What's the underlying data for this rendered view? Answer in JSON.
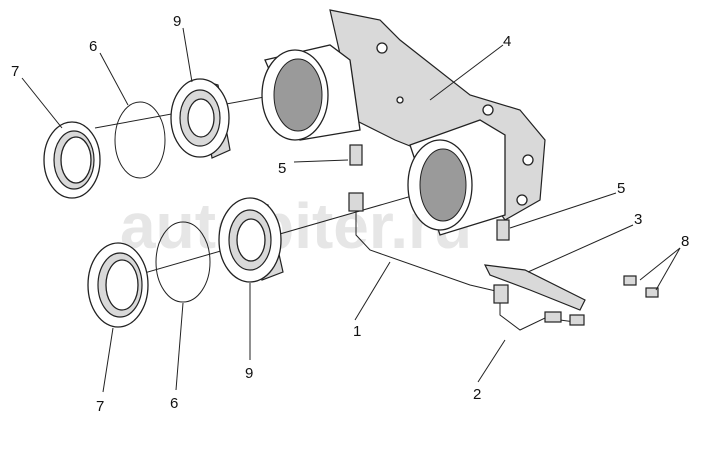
{
  "watermark": "autopiter.ru",
  "callouts": {
    "top_seal": "7",
    "top_circlip": "6",
    "top_bearing": "9",
    "housing": "4",
    "fitting_left": "5",
    "fitting_right": "5",
    "bracket": "3",
    "grease_nipples": "8",
    "tube_1": "1",
    "tube_2": "2",
    "bottom_bearing": "9",
    "bottom_circlip": "6",
    "bottom_seal": "7"
  }
}
